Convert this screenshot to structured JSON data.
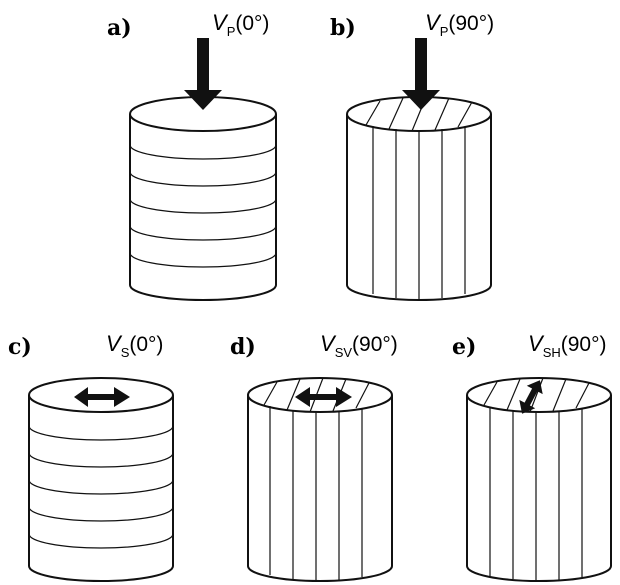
{
  "panels": [
    {
      "id": "a",
      "label": "a)",
      "velocity": {
        "symbol": "V",
        "subscript": "P",
        "angle": "(0°)"
      },
      "layering": "horizontal",
      "arrow": "vertical-down"
    },
    {
      "id": "b",
      "label": "b)",
      "velocity": {
        "symbol": "V",
        "subscript": "P",
        "angle": "(90°)"
      },
      "layering": "vertical",
      "arrow": "vertical-down"
    },
    {
      "id": "c",
      "label": "c)",
      "velocity": {
        "symbol": "V",
        "subscript": "S",
        "angle": "(0°)"
      },
      "layering": "horizontal",
      "arrow": "double-horizontal"
    },
    {
      "id": "d",
      "label": "d)",
      "velocity": {
        "symbol": "V",
        "subscript": "SV",
        "angle": "(90°)"
      },
      "layering": "vertical",
      "arrow": "double-horizontal"
    },
    {
      "id": "e",
      "label": "e)",
      "velocity": {
        "symbol": "V",
        "subscript": "SH",
        "angle": "(90°)"
      },
      "layering": "vertical",
      "arrow": "double-diagonal"
    }
  ],
  "colors": {
    "stroke": "#111111",
    "background": "#ffffff"
  }
}
